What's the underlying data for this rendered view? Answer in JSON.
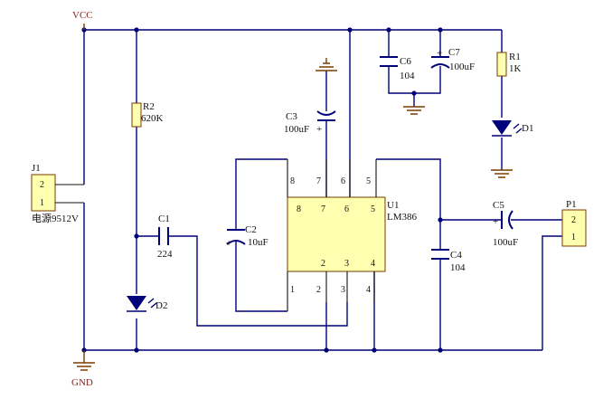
{
  "nets": {
    "vcc": "VCC",
    "gnd": "GND"
  },
  "j1": {
    "ref": "J1",
    "pin_top": "2",
    "pin_bottom": "1",
    "value": "电源9512V"
  },
  "p1": {
    "ref": "P1",
    "pin_top": "2",
    "pin_bottom": "1"
  },
  "u1": {
    "ref": "U1",
    "value": "LM386",
    "pins": {
      "p8": "8",
      "p7": "7",
      "p6": "6",
      "p5": "5",
      "p1": "1",
      "p2": "2",
      "p3": "3",
      "p4": "4"
    }
  },
  "r1": {
    "ref": "R1",
    "value": "1K"
  },
  "r2": {
    "ref": "R2",
    "value": "620K"
  },
  "c1": {
    "ref": "C1",
    "value": "224"
  },
  "c2": {
    "ref": "C2",
    "value": "10uF"
  },
  "c3": {
    "ref": "C3",
    "value": "100uF"
  },
  "c4": {
    "ref": "C4",
    "value": "104"
  },
  "c5": {
    "ref": "C5",
    "value": "100uF"
  },
  "c6": {
    "ref": "C6",
    "value": "104"
  },
  "c7": {
    "ref": "C7",
    "value": "100uF"
  },
  "d1": {
    "ref": "D1"
  },
  "d2": {
    "ref": "D2"
  },
  "colors": {
    "wire": "#00007a",
    "ic_fill": "#ffffb0",
    "connector_fill": "#ffffb0",
    "diode": "#00007a",
    "ground": "#7a3b00"
  },
  "polarity_mark": "+"
}
